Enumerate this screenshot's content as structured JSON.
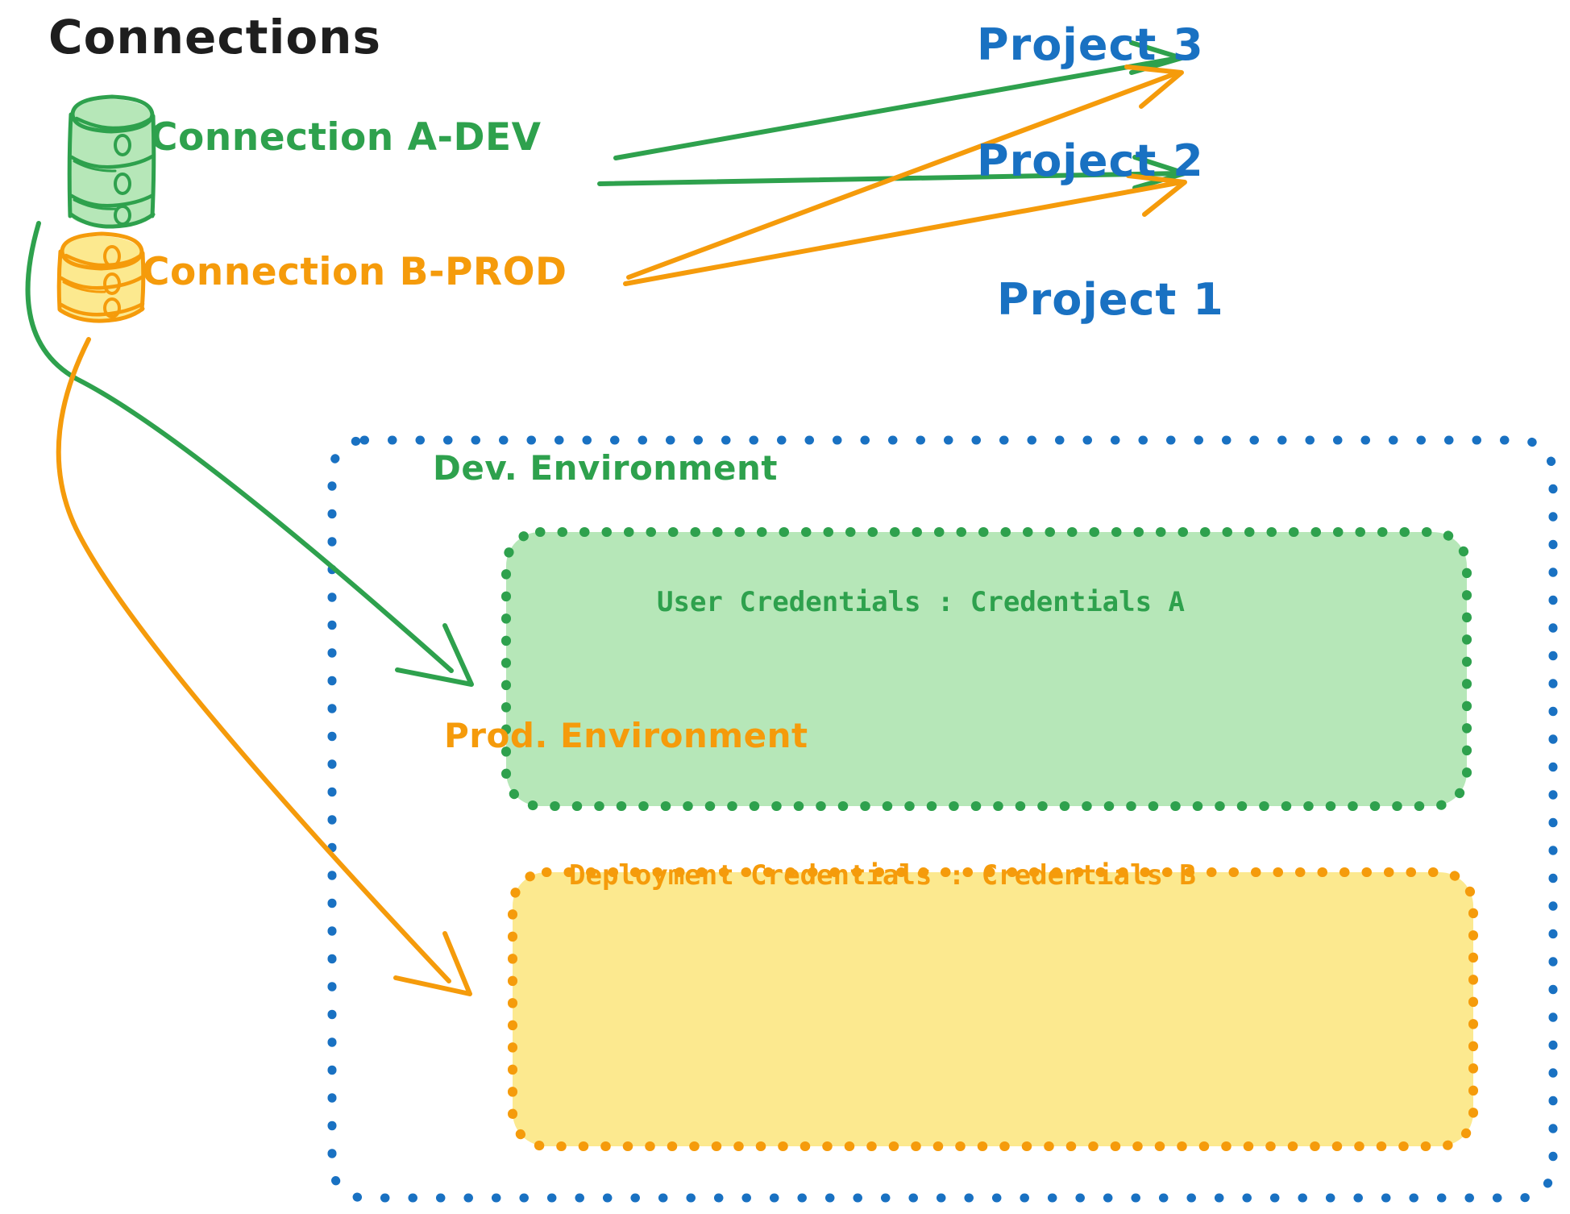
{
  "diagram": {
    "title": "Connections",
    "colors": {
      "green_stroke": "#2ea14d",
      "green_fill": "#b6e7b8",
      "orange_stroke": "#f59b0b",
      "orange_fill": "#fce98f",
      "blue_stroke": "#1971c2",
      "black_text": "#1e1e1e"
    },
    "connections": [
      {
        "id": "a",
        "label": "Connection A-DEV",
        "color": "#2ea14d",
        "icon": "database-icon"
      },
      {
        "id": "b",
        "label": "Connection B-PROD",
        "color": "#f59b0b",
        "icon": "database-icon"
      }
    ],
    "projects": [
      {
        "id": "p3",
        "label": "Project 3"
      },
      {
        "id": "p2",
        "label": "Project 2"
      },
      {
        "id": "p1",
        "label": "Project 1"
      }
    ],
    "environments": [
      {
        "id": "dev",
        "title": "Dev. Environment",
        "credentials_label": "User Credentials",
        "credentials_value": "Credentials A",
        "credentials_text": "User Credentials : Credentials A",
        "color": "#2ea14d",
        "fill": "#b6e7b8"
      },
      {
        "id": "prod",
        "title": "Prod. Environment",
        "credentials_label": "Deployment Credentials",
        "credentials_value": "Credentials B",
        "credentials_text": "Deployment Credentials : Credentials B",
        "color": "#f59b0b",
        "fill": "#fce98f"
      }
    ],
    "edges": [
      {
        "from": "Connection A-DEV",
        "to": "Project 3",
        "color": "#2ea14d"
      },
      {
        "from": "Connection A-DEV",
        "to": "Project 2",
        "color": "#2ea14d"
      },
      {
        "from": "Connection A-DEV",
        "to": "Dev. Environment",
        "color": "#2ea14d"
      },
      {
        "from": "Connection B-PROD",
        "to": "Project 3",
        "color": "#f59b0b"
      },
      {
        "from": "Connection B-PROD",
        "to": "Project 2",
        "color": "#f59b0b"
      },
      {
        "from": "Connection B-PROD",
        "to": "Prod. Environment",
        "color": "#f59b0b"
      }
    ]
  }
}
